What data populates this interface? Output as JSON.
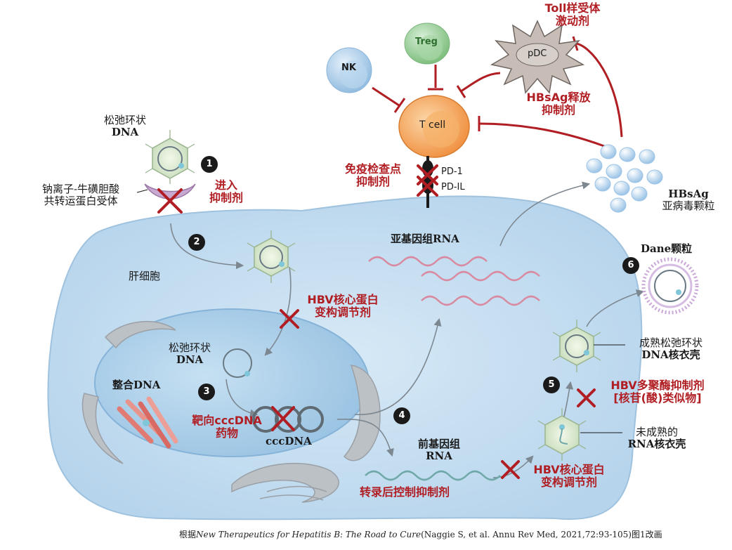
{
  "steps": [
    "1",
    "2",
    "3",
    "4",
    "5",
    "6"
  ],
  "labels": {
    "rcdna_top": [
      "松弛环状",
      "DNA"
    ],
    "ntcp": [
      "钠离子-牛磺胆酸",
      "共转运蛋白受体"
    ],
    "entry_inhibitor": [
      "进入",
      "抑制剂"
    ],
    "hepatocyte": "肝细胞",
    "core_modulator_1": [
      "HBV核心蛋白",
      "变构调节剂"
    ],
    "rcdna_nucleus": [
      "松弛环状",
      "DNA"
    ],
    "integrated_dna": "整合DNA",
    "cccdna_drug": [
      "靶向cccDNA",
      "药物"
    ],
    "cccdna": "cccDNA",
    "subgenomic_rna": "亚基因组RNA",
    "pregenomic_rna": [
      "前基因组",
      "RNA"
    ],
    "post_transcriptional": "转录后控制抑制剂",
    "core_modulator_2": [
      "HBV核心蛋白",
      "变构调节剂"
    ],
    "immature_capsid": [
      "未成熟的",
      "RNA核衣壳"
    ],
    "polymerase_inhibitor": [
      "HBV多聚酶抑制剂",
      "[核苷(酸)类似物]"
    ],
    "mature_capsid": [
      "成熟松弛环状",
      "DNA核衣壳"
    ],
    "dane": "Dane颗粒",
    "hbsag_particle": [
      "HBsAg",
      "亚病毒颗粒"
    ],
    "checkpoint_inhibitor": [
      "免疫检查点",
      "抑制剂"
    ],
    "pd1": "PD-1",
    "pdl1": "PD-IL",
    "tcell": "T cell",
    "nk": "NK",
    "treg": "Treg",
    "pdc": "pDC",
    "hbsag_release": [
      "HBsAg释放",
      "抑制剂"
    ],
    "toll": [
      "Toll样受体",
      "激动剂"
    ]
  },
  "caption": {
    "prefix": "根据",
    "title": "New Therapeutics for Hepatitis B: The Road to Cure",
    "suffix": "(Naggie S, et al. Annu Rev Med, 2021,72:93-105)图1改画"
  },
  "colors": {
    "inhibitor_red": "#b01e23",
    "cell_blue": "#bcd9ef",
    "nucleus_blue": "#a7cde9",
    "tcell_orange": "#f4a055",
    "treg_green": "#8fc98f",
    "rna_pink": "#d98aa0",
    "rna_teal": "#6fa8a8"
  }
}
